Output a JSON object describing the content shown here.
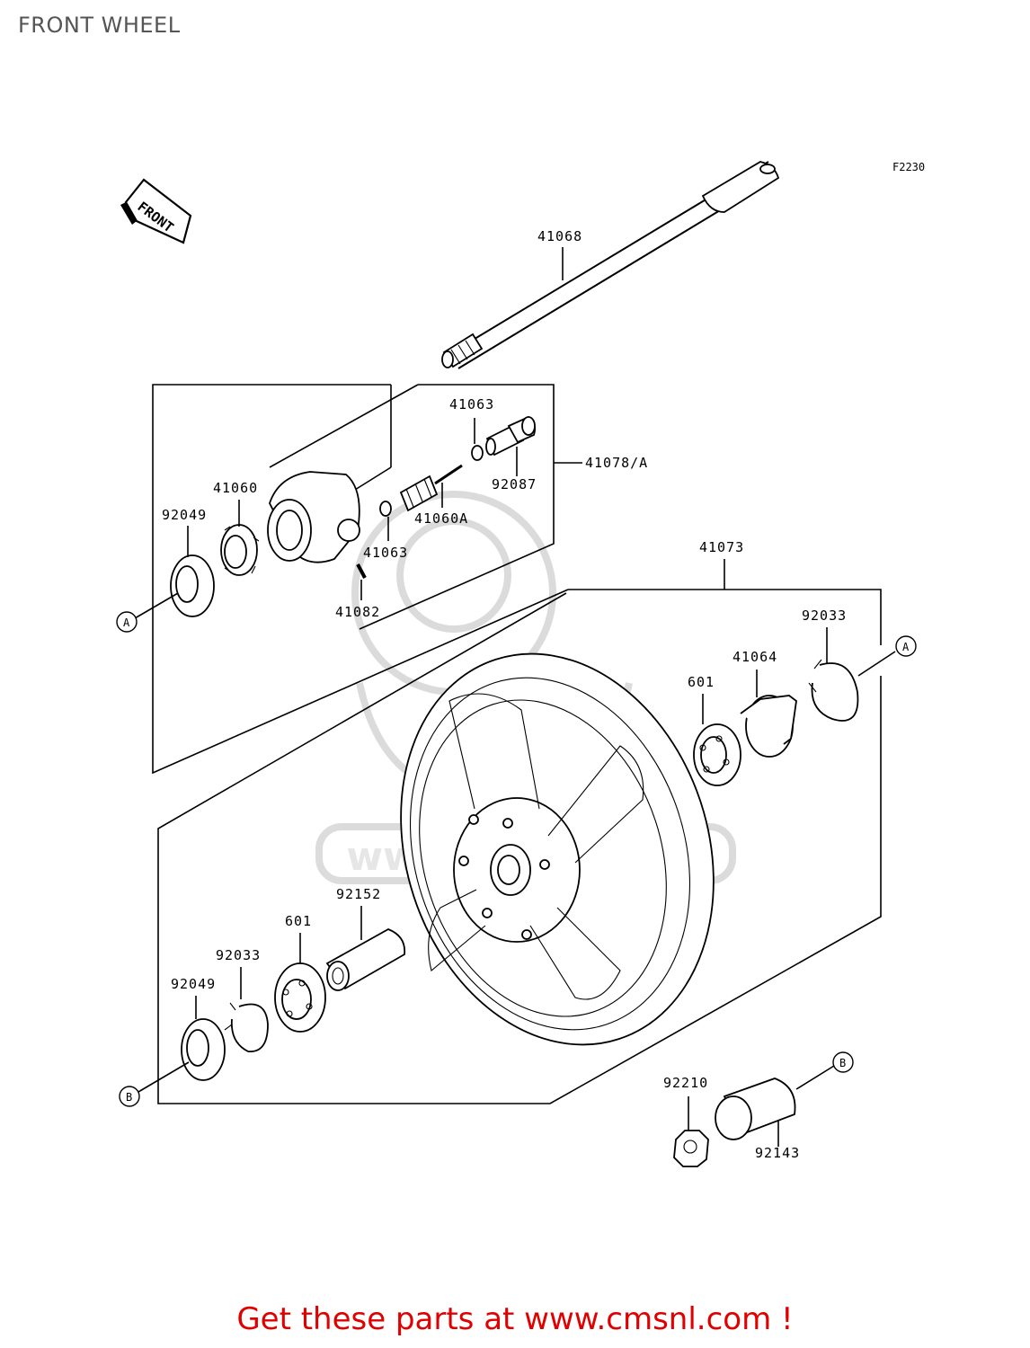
{
  "title": "FRONT WHEEL",
  "figure_code": "F2230",
  "front_label": "FRONT",
  "promo_text": "Get these parts at www.cmsnl.com !",
  "watermark_text": "www.cmsnl.com",
  "callouts": {
    "p41068": "41068",
    "p41063_top": "41063",
    "p41078": "41078/A",
    "p92087": "92087",
    "p41060": "41060",
    "p41060A": "41060A",
    "p92049_top": "92049",
    "p41063_mid": "41063",
    "p41082": "41082",
    "p41073": "41073",
    "p92033_right": "92033",
    "p41064": "41064",
    "p601_right": "601",
    "p92152": "92152",
    "p601_left": "601",
    "p92033_left": "92033",
    "p92049_bottom": "92049",
    "p92210": "92210",
    "p92143": "92143"
  },
  "refs": {
    "a_left": "A",
    "a_right": "A",
    "b_left": "B",
    "b_right": "B"
  }
}
